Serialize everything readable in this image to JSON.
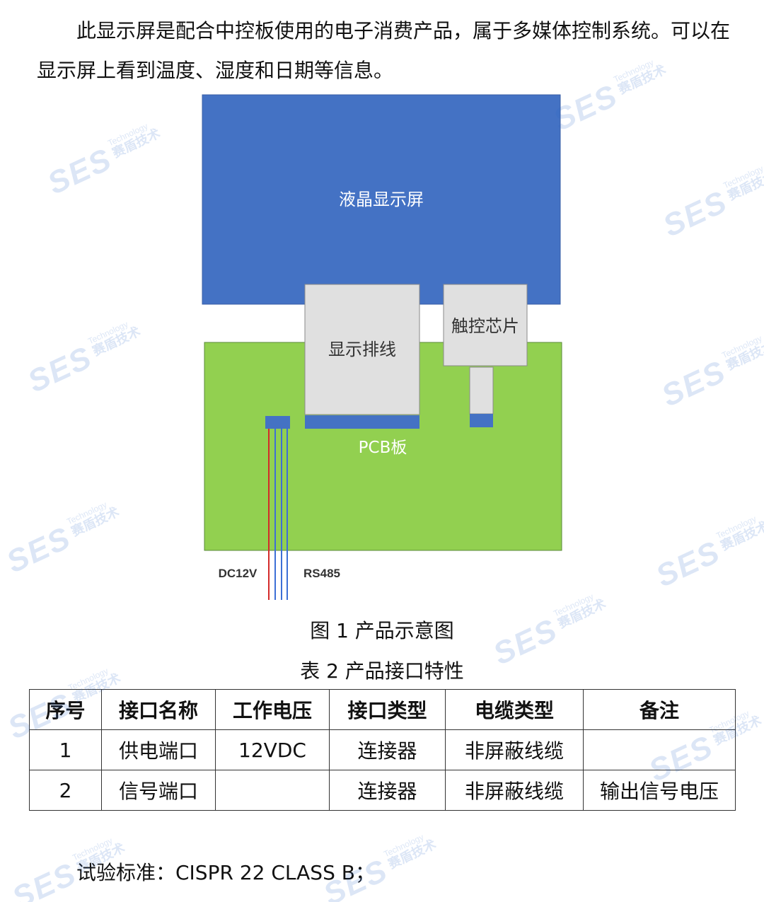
{
  "intro_text": "此显示屏是配合中控板使用的电子消费产品，属于多媒体控制系统。可以在显示屏上看到温度、湿度和日期等信息。",
  "diagram": {
    "lcd_label": "液晶显示屏",
    "cable_label": "显示排线",
    "touch_label": "触控芯片",
    "pcb_label": "PCB板",
    "wire_left_label": "DC12V",
    "wire_right_label": "RS485",
    "colors": {
      "lcd": "#4472c4",
      "pcb": "#92d050",
      "component": "#e0e0e0",
      "connector": "#4472c4",
      "wire_red": "#d42a2a",
      "wire_blue": "#3d6fd6"
    }
  },
  "figure_caption": "图 1  产品示意图",
  "table_caption": "表 2  产品接口特性",
  "table": {
    "headers": [
      "序号",
      "接口名称",
      "工作电压",
      "接口类型",
      "电缆类型",
      "备注"
    ],
    "rows": [
      [
        "1",
        "供电端口",
        "12VDC",
        "连接器",
        "非屏蔽线缆",
        ""
      ],
      [
        "2",
        "信号端口",
        "",
        "连接器",
        "非屏蔽线缆",
        "输出信号电压"
      ]
    ]
  },
  "standard_text": "试验标准：CISPR 22 CLASS B；",
  "watermark": {
    "logo": "SES",
    "tech": "Technology",
    "name": "赛盾技术"
  }
}
